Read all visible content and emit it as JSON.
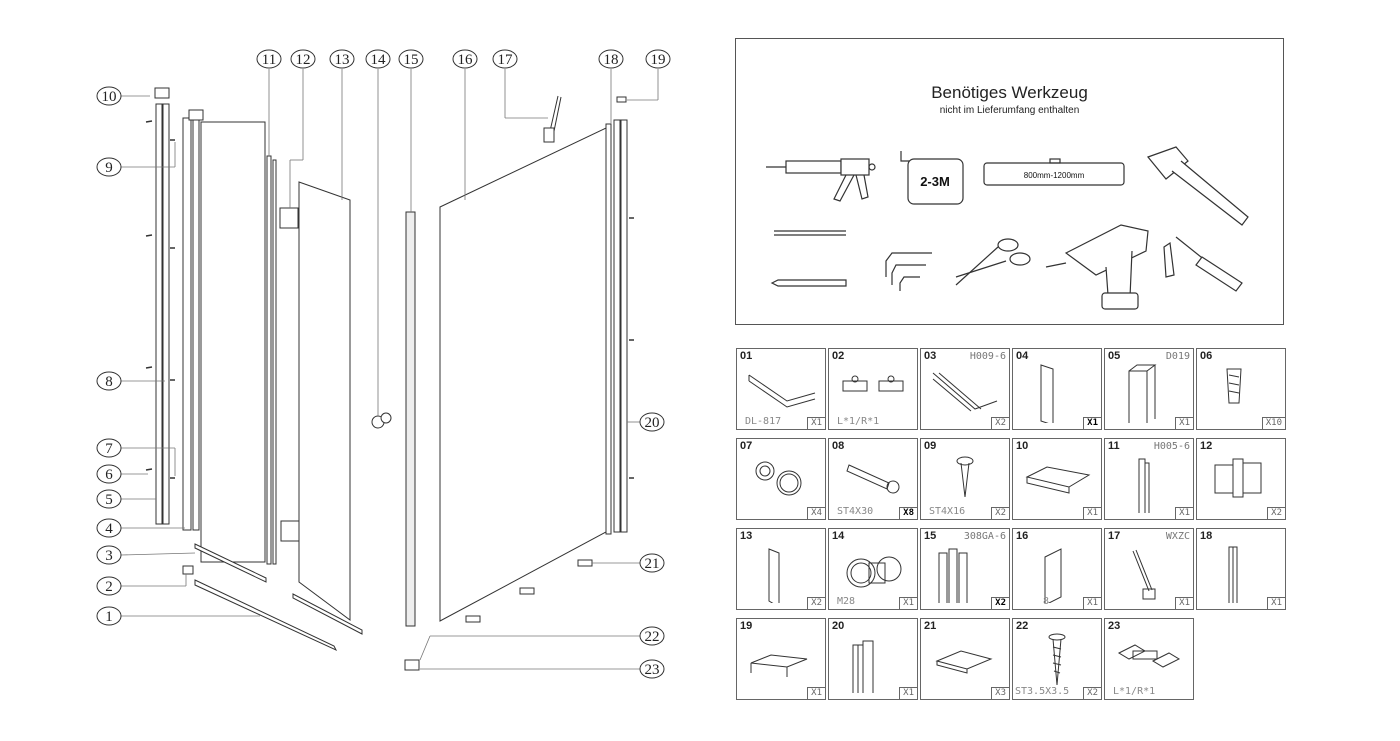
{
  "callouts": [
    "1",
    "2",
    "3",
    "4",
    "5",
    "6",
    "7",
    "8",
    "9",
    "10",
    "11",
    "12",
    "13",
    "14",
    "15",
    "16",
    "17",
    "18",
    "19",
    "20",
    "21",
    "22",
    "23"
  ],
  "tools": {
    "title": "Benötiges Werkzeug",
    "subtitle": "nicht im Lieferumfang enthalten",
    "tape_label": "2-3M",
    "level_label": "800mm-1200mm",
    "items": [
      "silicone-gun",
      "tape-measure",
      "spirit-level",
      "hammer",
      "drill-bit",
      "hex-keys",
      "scissors",
      "cordless-drill",
      "screwdriver",
      "pencil"
    ]
  },
  "parts": [
    {
      "num": "01",
      "code": "",
      "bl": "DL-817",
      "qty": "X1",
      "bold": false
    },
    {
      "num": "02",
      "code": "",
      "bl": "L*1/R*1",
      "qty": "",
      "bold": false
    },
    {
      "num": "03",
      "code": "H009-6",
      "bl": "",
      "qty": "X2",
      "bold": false
    },
    {
      "num": "04",
      "code": "",
      "bl": "",
      "qty": "X1",
      "bold": true
    },
    {
      "num": "05",
      "code": "D019",
      "bl": "",
      "qty": "X1",
      "bold": false
    },
    {
      "num": "06",
      "code": "",
      "bl": "",
      "qty": "X10",
      "bold": false
    },
    {
      "num": "07",
      "code": "",
      "bl": "",
      "qty": "X4",
      "bold": false
    },
    {
      "num": "08",
      "code": "",
      "bl": "ST4X30",
      "qty": "X8",
      "bold": true
    },
    {
      "num": "09",
      "code": "",
      "bl": "ST4X16",
      "qty": "X2",
      "bold": false
    },
    {
      "num": "10",
      "code": "",
      "bl": "",
      "qty": "X1",
      "bold": false
    },
    {
      "num": "11",
      "code": "H005-6",
      "bl": "",
      "qty": "X1",
      "bold": false
    },
    {
      "num": "12",
      "code": "",
      "bl": "",
      "qty": "X2",
      "bold": false
    },
    {
      "num": "13",
      "code": "",
      "bl": "",
      "qty": "X2",
      "bold": false
    },
    {
      "num": "14",
      "code": "",
      "bl": "M28",
      "qty": "X1",
      "bold": false
    },
    {
      "num": "15",
      "code": "308GA-6",
      "bl": "",
      "qty": "X2",
      "bold": true
    },
    {
      "num": "16",
      "code": "",
      "bl": "8",
      "qty": "X1",
      "bold": false
    },
    {
      "num": "17",
      "code": "WXZC",
      "bl": "",
      "qty": "X1",
      "bold": false
    },
    {
      "num": "18",
      "code": "",
      "bl": "",
      "qty": "X1",
      "bold": false
    },
    {
      "num": "19",
      "code": "",
      "bl": "",
      "qty": "X1",
      "bold": false
    },
    {
      "num": "20",
      "code": "",
      "bl": "",
      "qty": "X1",
      "bold": false
    },
    {
      "num": "21",
      "code": "",
      "bl": "",
      "qty": "X3",
      "bold": false
    },
    {
      "num": "22",
      "code": "",
      "bl": "ST3.5X3.5",
      "qty": "X2",
      "bold": false
    },
    {
      "num": "23",
      "code": "",
      "bl": "L*1/R*1",
      "qty": "",
      "bold": false
    }
  ]
}
